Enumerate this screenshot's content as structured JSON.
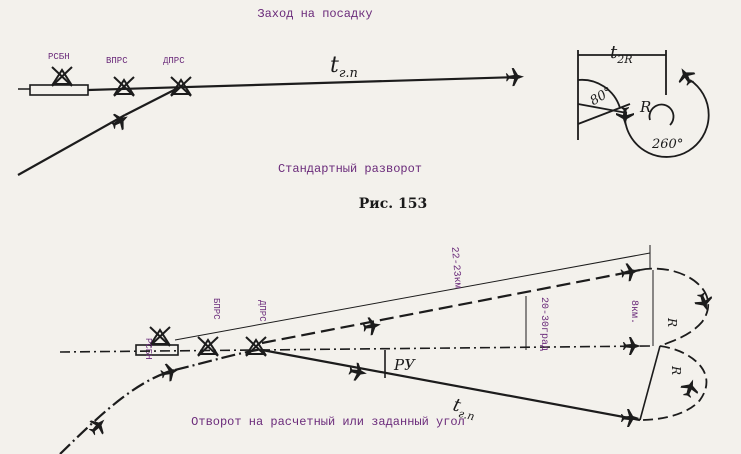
{
  "top": {
    "title": "Заход на посадку",
    "labels": {
      "rsbn": "РСБН",
      "vprs": "ВПРС",
      "dprs": "ДПРС",
      "tgp": "tг.п",
      "t2r": "t2R",
      "angle80": "80°",
      "radius": "R",
      "angle260": "260°"
    },
    "caption": "Стандартный разворот"
  },
  "figure": {
    "label": "Рис. 153"
  },
  "bottom": {
    "labels": {
      "rsbn": "РСБН",
      "vprs": "БПРС",
      "dprs": "ДПРС",
      "dist": "22-23км",
      "angle": "20-30град",
      "km8": "8км.",
      "r1": "R",
      "r2": "R",
      "ru": "РУ",
      "tgp": "tг.п"
    },
    "caption": "Отворот на расчетный или заданный угол"
  },
  "colors": {
    "ink": "#1c1c1c",
    "label": "#6a2a7a",
    "background": "#f3f1ec"
  }
}
